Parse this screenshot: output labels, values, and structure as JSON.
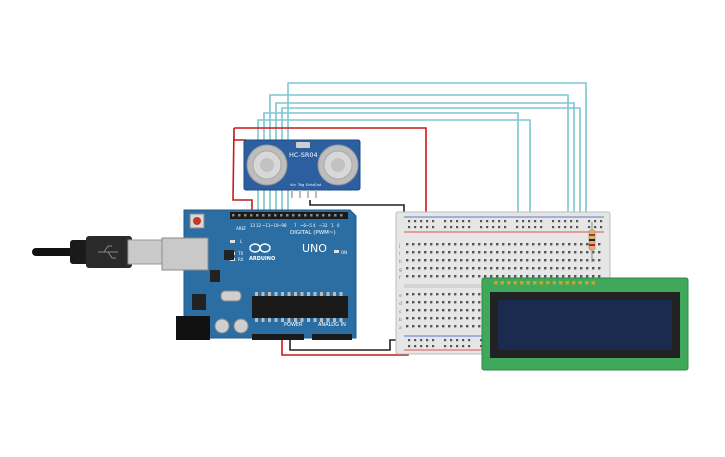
{
  "sensor": {
    "model": "HC-SR04",
    "pins": [
      "Vcc",
      "Trig",
      "Echo",
      "Gnd"
    ]
  },
  "arduino": {
    "brand": "ARDUINO",
    "model": "UNO",
    "digital_label": "DIGITAL (PWM~)",
    "power_label": "POWER",
    "analog_label": "ANALOG IN",
    "aref": "AREF",
    "on": "ON",
    "tx": "TX",
    "rx": "RX",
    "l": "L"
  },
  "breadboard": {
    "row_letters_top": [
      "j",
      "i",
      "h",
      "g",
      "f"
    ],
    "row_letters_bottom": [
      "e",
      "d",
      "c",
      "b",
      "a"
    ]
  },
  "lcd": {
    "text": ""
  },
  "colors": {
    "wire_red": "#c91a1a",
    "wire_black": "#222222",
    "wire_cyan": "#7cc7d2",
    "wire_green": "#3a9a3a",
    "board_blue": "#2b6ea3",
    "lcd_green": "#3fa85a",
    "lcd_screen": "#1b2a4f"
  }
}
